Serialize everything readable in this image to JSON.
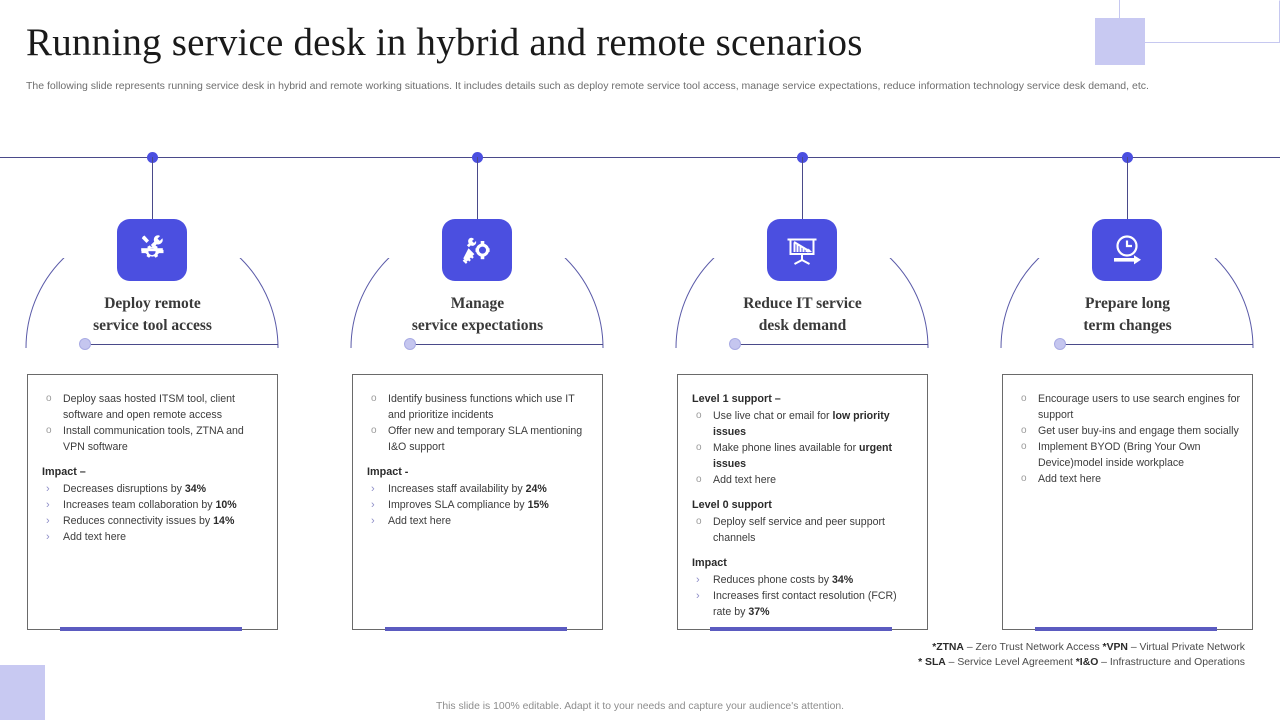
{
  "header": {
    "title": "Running service desk in hybrid and remote scenarios",
    "subtitle": "The following slide represents running service  desk in hybrid and remote working situations. It includes details such as deploy remote service tool access, manage service expectations, reduce information technology service desk demand, etc."
  },
  "colors": {
    "accent": "#4b4fe0",
    "rail": "#4a4a8a",
    "tile": "#4b4fe0",
    "lavender": "#c8c9f2",
    "card_accent": "#5b5bc0",
    "heading": "#3a3a3a"
  },
  "columns": [
    {
      "icon": "gear-wrench-icon",
      "heading_line1": "Deploy remote",
      "heading_line2": "service tool access",
      "blocks": [
        {
          "title": null,
          "marker": "o",
          "items": [
            "Deploy saas hosted ITSM tool, client software and open remote access",
            "Install communication tools, ZTNA and VPN software"
          ]
        },
        {
          "title": "Impact –",
          "marker": "chev",
          "items": [
            "Decreases disruptions by <b>34%</b>",
            "Increases team collaboration by <b>10%</b>",
            "Reduces connectivity issues by <b>14%</b>",
            "Add text here"
          ]
        }
      ]
    },
    {
      "icon": "hand-wrench-gear-icon",
      "heading_line1": "Manage",
      "heading_line2": "service expectations",
      "blocks": [
        {
          "title": null,
          "marker": "o",
          "items": [
            "Identify business functions which use IT and prioritize incidents",
            "Offer new and temporary SLA mentioning I&O support"
          ]
        },
        {
          "title": "Impact -",
          "marker": "chev",
          "items": [
            "Increases staff availability by <b>24%</b>",
            "Improves  SLA compliance by <b>15%</b>",
            "Add text here"
          ]
        }
      ]
    },
    {
      "icon": "presentation-chart-icon",
      "heading_line1": "Reduce IT service",
      "heading_line2": "desk demand",
      "blocks": [
        {
          "title": "Level 1 support  –",
          "marker": "o",
          "items": [
            "Use live  chat or email for <b>low priority issues</b>",
            "Make phone lines available  for <b>urgent issues</b>",
            "Add text here"
          ]
        },
        {
          "title": "Level 0 support",
          "marker": "o",
          "items": [
            "Deploy self service  and peer support channels"
          ]
        },
        {
          "title": "Impact",
          "marker": "chev",
          "items": [
            "Reduces phone costs by <b>34%</b>",
            "Increases first contact resolution (FCR) rate by <b>37%</b>"
          ]
        }
      ]
    },
    {
      "icon": "clock-arrow-icon",
      "heading_line1": "Prepare long",
      "heading_line2": "term changes",
      "blocks": [
        {
          "title": null,
          "marker": "o",
          "items": [
            "Encourage  users to use search engines for support",
            "Get user buy-ins and engage them socially",
            "Implement  BYOD (Bring Your Own Device)model  inside workplace",
            "Add text here"
          ]
        }
      ]
    }
  ],
  "footnotes": {
    "line1_parts": [
      "*ZTNA",
      " – Zero Trust Network Access ",
      "*VPN",
      " – Virtual Private Network"
    ],
    "line2_parts": [
      "* SLA",
      " – Service Level Agreement ",
      "*I&O",
      " – Infrastructure and Operations"
    ],
    "line1": "*ZTNA – Zero Trust Network Access *VPN – Virtual Private Network",
    "line2": "* SLA – Service Level Agreement *I&O – Infrastructure and Operations"
  },
  "footer": {
    "note": "This slide is 100% editable. Adapt it to your needs and capture your audience's attention."
  }
}
